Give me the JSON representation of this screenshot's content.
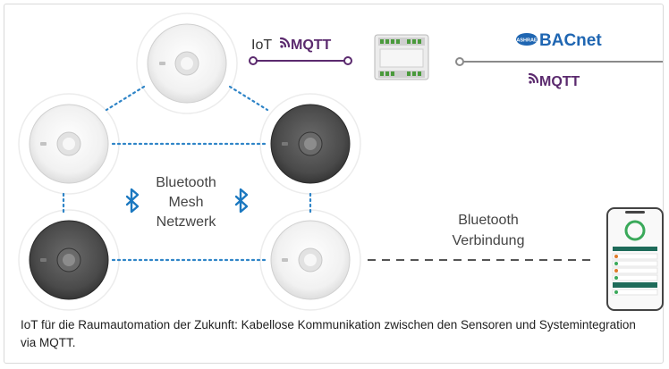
{
  "diagram": {
    "iot_label": "IoT",
    "mqtt_label": "MQTT",
    "bacnet_label": "BACnet",
    "ashrae_label": "ASHRAE",
    "mesh_label": [
      "Bluetooth",
      "Mesh",
      "Netzwerk"
    ],
    "bt_connection_label": [
      "Bluetooth",
      "Verbindung"
    ],
    "colors": {
      "mqtt": "#5b2a6e",
      "bacnet": "#1f66b2",
      "mesh_dots": "#2e84c7",
      "bluetooth_icon": "#1b78c0",
      "gray_line": "#8a8a8a",
      "phone_accent": "#3aa95a"
    }
  },
  "caption": {
    "text": "IoT für die Raumautomation der Zukunft: Kabellose Kommunikation zwischen den Sensoren und Systemintegration via MQTT."
  }
}
